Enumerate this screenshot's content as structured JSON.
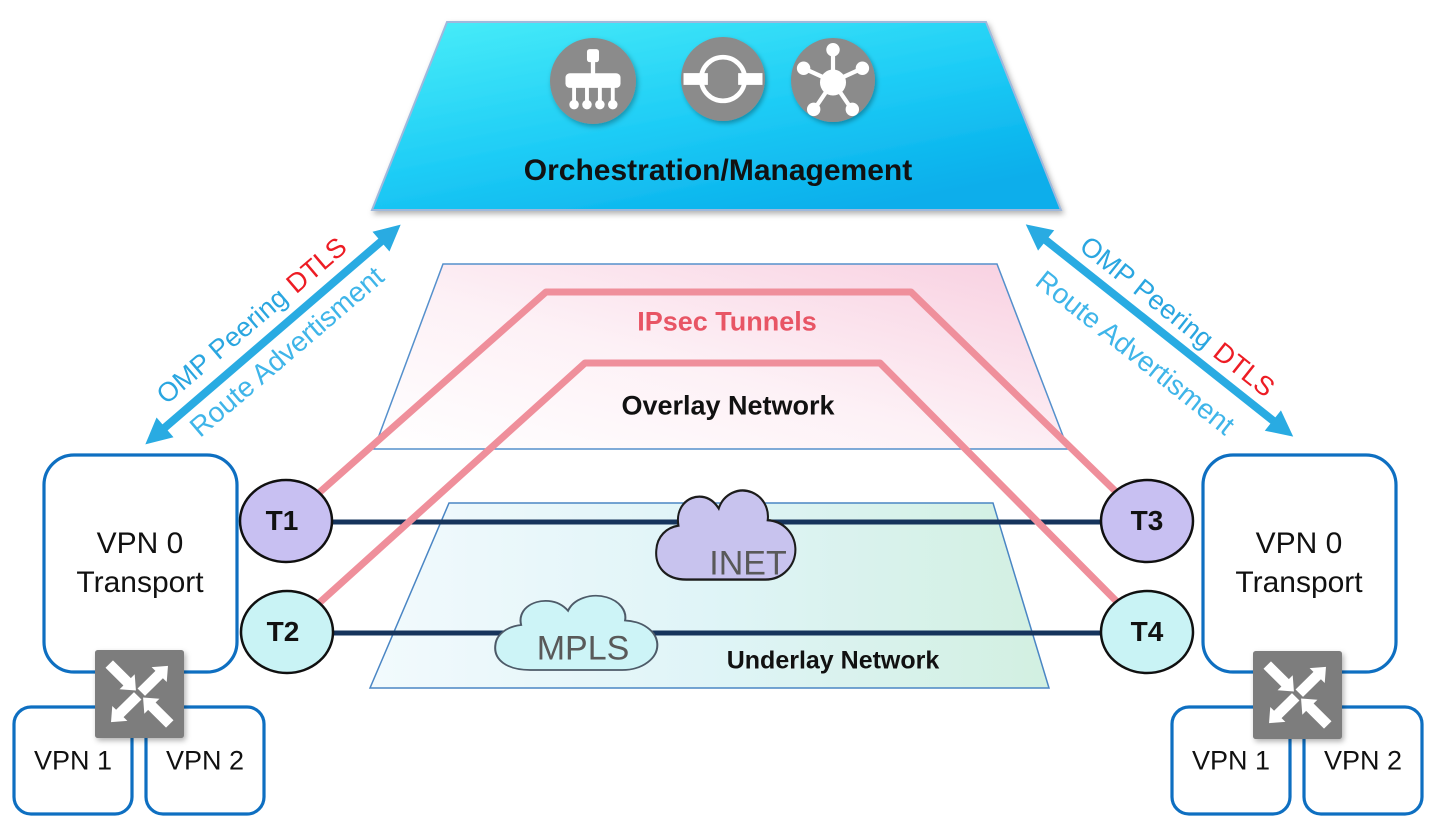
{
  "orchestration": {
    "label": "Orchestration/Management",
    "icons": [
      "management-console-icon",
      "orchestrator-sync-icon",
      "controller-hub-icon"
    ]
  },
  "peering_left": {
    "omp": "OMP Peering",
    "dtls": "DTLS",
    "route": "Route Advertisment"
  },
  "peering_right": {
    "omp": "OMP Peering",
    "dtls": "DTLS",
    "route": "Route Advertisment"
  },
  "overlay": {
    "ipsec_label": "IPsec Tunnels",
    "label": "Overlay Network"
  },
  "underlay": {
    "label": "Underlay Network",
    "inet_cloud": "INET",
    "mpls_cloud": "MPLS"
  },
  "left_edge": {
    "vpn0_line1": "VPN 0",
    "vpn0_line2": "Transport",
    "vpn1": "VPN 1",
    "vpn2": "VPN 2",
    "tunnels": [
      "T1",
      "T2"
    ]
  },
  "right_edge": {
    "vpn0_line1": "VPN 0",
    "vpn0_line2": "Transport",
    "vpn1": "VPN 1",
    "vpn2": "VPN 2",
    "tunnels": [
      "T3",
      "T4"
    ]
  },
  "colors": {
    "trapezoid_cyan_top": "#4aeef8",
    "trapezoid_cyan_bottom": "#07aeeb",
    "arrow_blue": "#29abe2",
    "omp_text_blue": "#2aa6e0",
    "dtls_red": "#ed1c24",
    "route_text_blue": "#3fb5e9",
    "tunnel_pink": "#ef8f9b",
    "ipsec_text_pink": "#e85565",
    "overlay_fill_pink": "#f8cfe0",
    "underlay_fill_mint": "#d2f0e1",
    "panel_border_blue": "#4a86c4",
    "navy_link": "#16345c",
    "vpn_box_border": "#0e6fc1",
    "t1_t3_fill": "#c8c0f2",
    "t2_t4_fill": "#c9f3f5",
    "inet_cloud_fill": "#c8c3ee",
    "mpls_cloud_fill": "#cdf4f7",
    "cloud_text_gray": "#595959",
    "icon_circle_gray": "#8b8b8b",
    "router_gray": "#7d7d7d"
  }
}
